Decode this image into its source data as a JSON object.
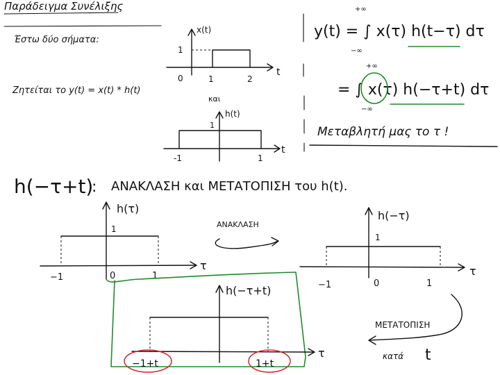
{
  "header": {
    "title": "Παράδειγμα Συνέλιξης",
    "intro": "Έστω δύο σήματα:",
    "task": "Ζητείται το y(t) = x(t) * h(t)"
  },
  "signals": {
    "x_label": "x(t)",
    "x_level": "1",
    "x_ticks": [
      "0",
      "1",
      "2"
    ],
    "t_axis": "t",
    "and_word": "και",
    "h_label": "h(t)",
    "h_level": "1",
    "h_ticks": [
      "-1",
      "1"
    ]
  },
  "formula": {
    "line1": "y(t) = ∫ x(τ) h(t−τ) dτ",
    "upper": "+∞",
    "lower": "−∞",
    "line2": "= ∫ x(τ) h(−τ+t) dτ",
    "upper2": "+∞",
    "lower2": "−∞",
    "note": "Μεταβλητή μας το τ !"
  },
  "banner": {
    "lhs": "h(−τ+t)",
    "colon": ":",
    "text": "ΑΝΑΚΛΑΣΗ και ΜΕΤΑΤΟΠΙΣΗ του h(t)."
  },
  "panel_left": {
    "label": "h(τ)",
    "level": "1",
    "ticks": [
      "−1",
      "0",
      "1"
    ],
    "axis": "τ"
  },
  "reflection": {
    "label": "ΑΝΑΚΛΑΣΗ"
  },
  "panel_right": {
    "label": "h(−τ)",
    "level": "1",
    "ticks": [
      "−1",
      "0",
      "1"
    ],
    "axis": "τ"
  },
  "panel_bottom": {
    "label": "h(−τ+t)",
    "ticks": [
      "−1+t",
      "1+t"
    ],
    "axis": "τ"
  },
  "shift": {
    "label": "ΜΕΤΑΤΟΠΙΣΗ",
    "by": "κατά",
    "var": "t"
  }
}
